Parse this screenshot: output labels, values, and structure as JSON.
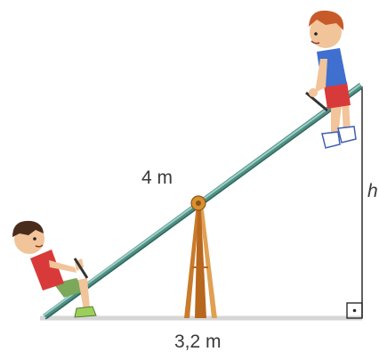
{
  "labels": {
    "plank_length": "4 m",
    "base_length": "3,2 m",
    "height": "h"
  },
  "icons": {
    "right_angle": "right-angle-marker-icon",
    "boy_low": "boy-sitting-icon",
    "boy_high": "boy-sitting-icon"
  },
  "colors": {
    "plank": "#4e8f84",
    "plank_light": "#9fd0c8",
    "support": "#c97a2a",
    "ground": "#d6d6d6",
    "lines": "#2b2b2b",
    "text": "#3a3a3a",
    "shirt_low": "#d83a3a",
    "shirt_high": "#3f6fcf",
    "shorts_high": "#d83a3a",
    "shorts_low": "#7ca85a"
  }
}
